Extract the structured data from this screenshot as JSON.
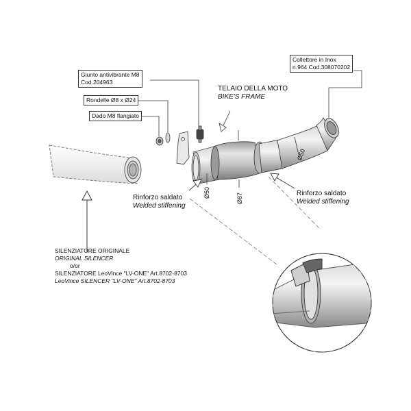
{
  "callouts": {
    "collettore": {
      "line1": "Collettore in Inox",
      "line2": "n.964  Cod.308070202"
    },
    "giunto": {
      "line1": "Giunto antivibrante M8",
      "line2": "Cod.204963"
    },
    "rondelle": {
      "line1": "Rondelle Ø8 x Ø24"
    },
    "dado": {
      "line1": "Dado M8 flangiato"
    }
  },
  "labels": {
    "telaio": {
      "line1": "TELAIO DELLA MOTO",
      "line2": "BIKE'S FRAME"
    },
    "rinforzo_left": {
      "line1": "Rinforzo saldato",
      "line2": "Welded stiffening"
    },
    "rinforzo_right": {
      "line1": "Rinforzo saldato",
      "line2": "Welded stiffening"
    },
    "silenziatore": {
      "line1": "SILENZIATORE ORIGINALE",
      "line2": "ORIGINAL SILENCER",
      "line3": "o/or",
      "line4": "SILENZIATORE LeoVince \"LV-ONE\" Art.8702-8703",
      "line5": "LeoVince SILENCER \"LV-ONE\" Art.8702-8703"
    }
  },
  "dimensions": {
    "d50_left": "Ø50",
    "d87": "Ø87",
    "d50_right": "Ø50"
  }
}
